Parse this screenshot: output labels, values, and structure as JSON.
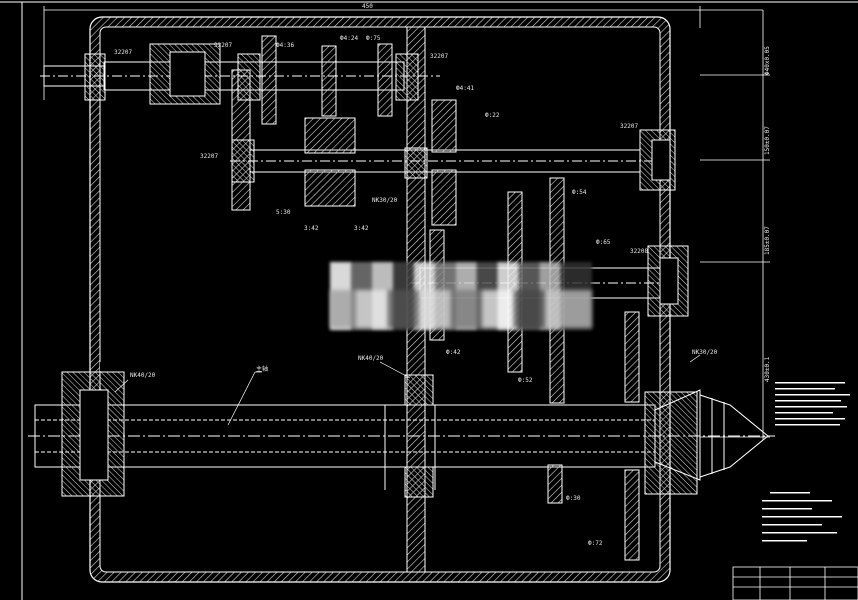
{
  "drawing": {
    "overall_dimension": "450",
    "right_dimensions": [
      "Φ40x0.05",
      "150±0.07",
      "185±0.07",
      "430±0.1"
    ],
    "labels": {
      "l1": "32207",
      "l2": "32207",
      "l3": "Ф4:36",
      "l4": "Ф4:24",
      "l5": "Ф:75",
      "l6": "32207",
      "l7": "Ф4:41",
      "l8": "Ф:22",
      "l9": "32207",
      "l10": "32207",
      "l11": "5:30",
      "l12": "3:42",
      "l13": "3:42",
      "l14": "NK30/20",
      "l15": "Ф:54",
      "l16": "Ф:65",
      "l17": "32208",
      "l18": "Ф:42",
      "l19": "Ф:52",
      "l20": "NK40/20",
      "l21": "主轴",
      "l22": "NK40/20",
      "l23": "NK30/20",
      "l24": "Ф:30",
      "l25": "Ф:72"
    }
  },
  "colors": {
    "line": "#ffffff",
    "hatch": "#cfcfcf",
    "background": "#000000"
  }
}
